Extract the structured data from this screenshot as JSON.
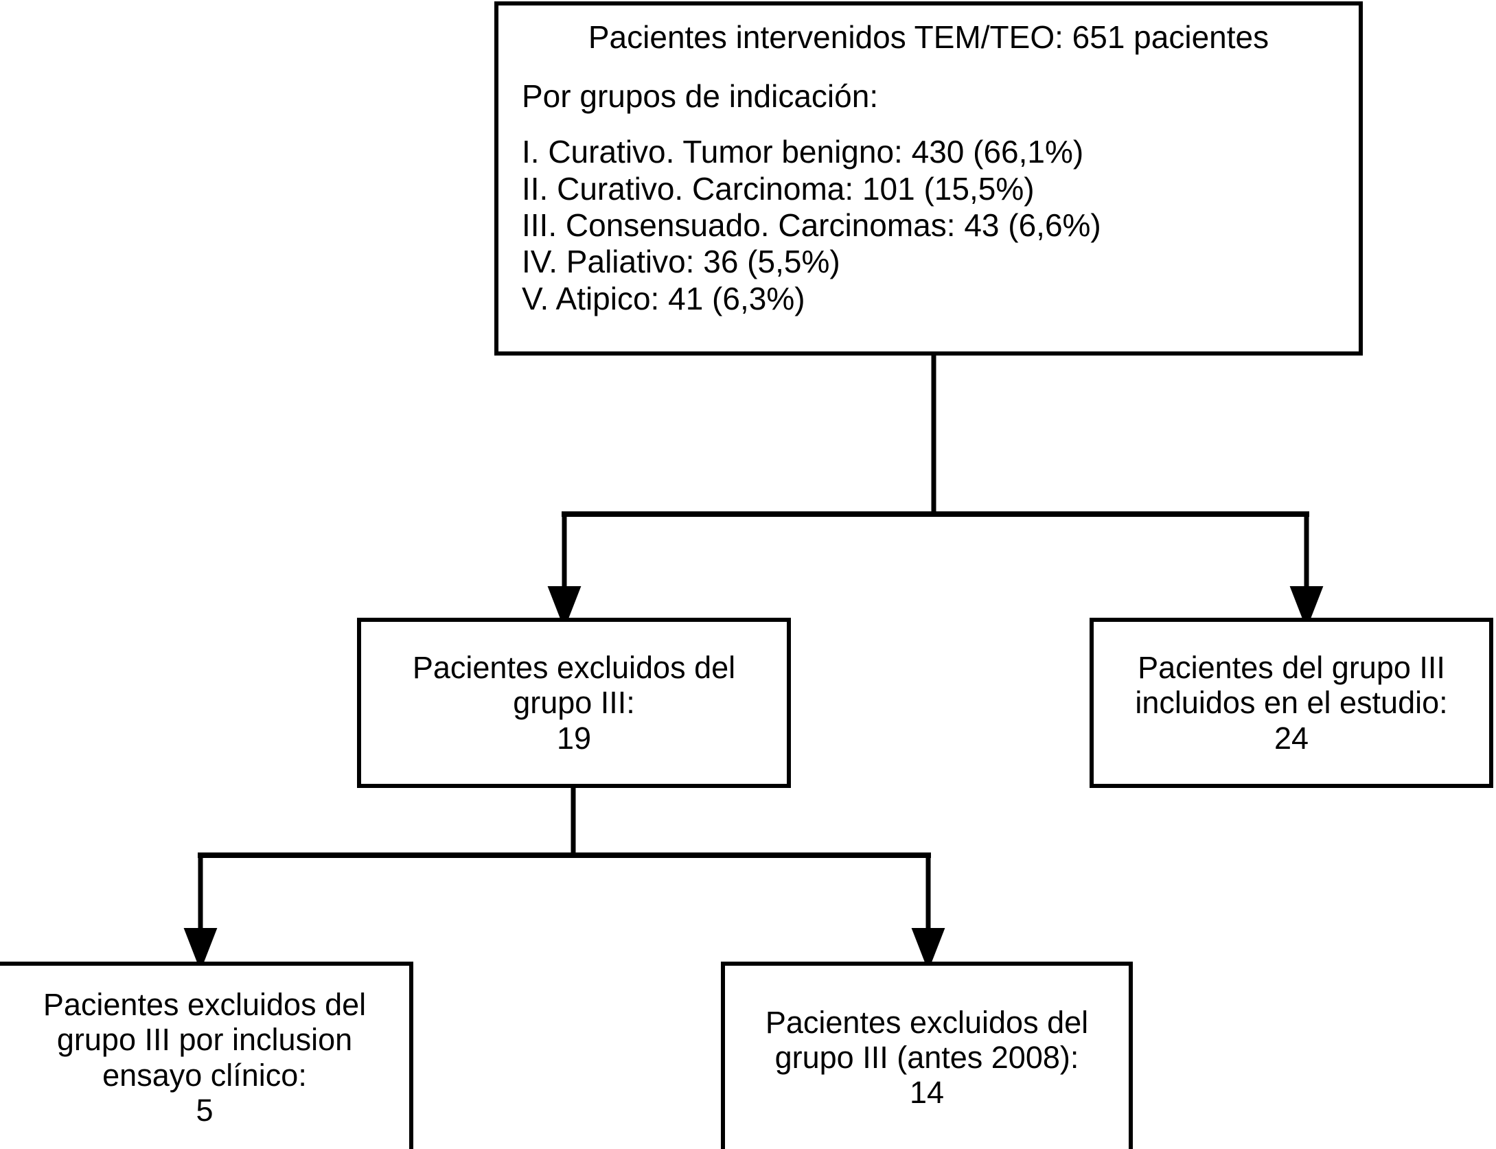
{
  "diagram": {
    "type": "flowchart",
    "title_node": {
      "title": "Pacientes intervenidos TEM/TEO: 651 pacientes",
      "subtitle": "Por grupos de indicación:",
      "groups": [
        "I. Curativo. Tumor benigno: 430 (66,1%)",
        "II. Curativo. Carcinoma: 101 (15,5%)",
        "III. Consensuado. Carcinomas: 43 (6,6%)",
        "IV. Paliativo: 36 (5,5%)",
        "V. Atipico: 41 (6,3%)"
      ]
    },
    "nodes": {
      "excluded_group3": {
        "line1": "Pacientes excluidos del",
        "line2": "grupo III:",
        "value": "19"
      },
      "included_group3": {
        "line1": "Pacientes del grupo III",
        "line2": "incluidos en el estudio:",
        "value": "24"
      },
      "excluded_trial": {
        "line1": "Pacientes excluidos del",
        "line2": "grupo III por inclusion",
        "line3": "ensayo clínico:",
        "value": "5"
      },
      "excluded_before2008": {
        "line1": "Pacientes excluidos del",
        "line2": "grupo III (antes 2008):",
        "value": "14"
      }
    },
    "colors": {
      "line": "#000000",
      "background": "#ffffff",
      "text": "#000000"
    }
  }
}
